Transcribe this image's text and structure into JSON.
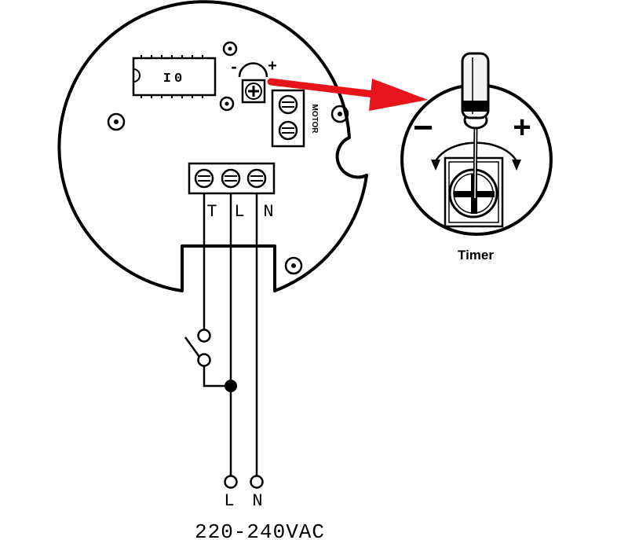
{
  "board": {
    "chip_label": "I0",
    "motor_label": "MOTOR",
    "timer_minus": "-",
    "timer_plus": "+"
  },
  "terminals": {
    "t": "T",
    "l": "L",
    "n": "N"
  },
  "supply": {
    "l": "L",
    "n": "N",
    "voltage": "220-240VAC"
  },
  "zoom": {
    "minus": "−",
    "plus": "+",
    "caption": "Timer"
  },
  "colors": {
    "arrow": "#e8141b",
    "line": "#000000",
    "screwdriver_handle": "#f4f4f4"
  }
}
